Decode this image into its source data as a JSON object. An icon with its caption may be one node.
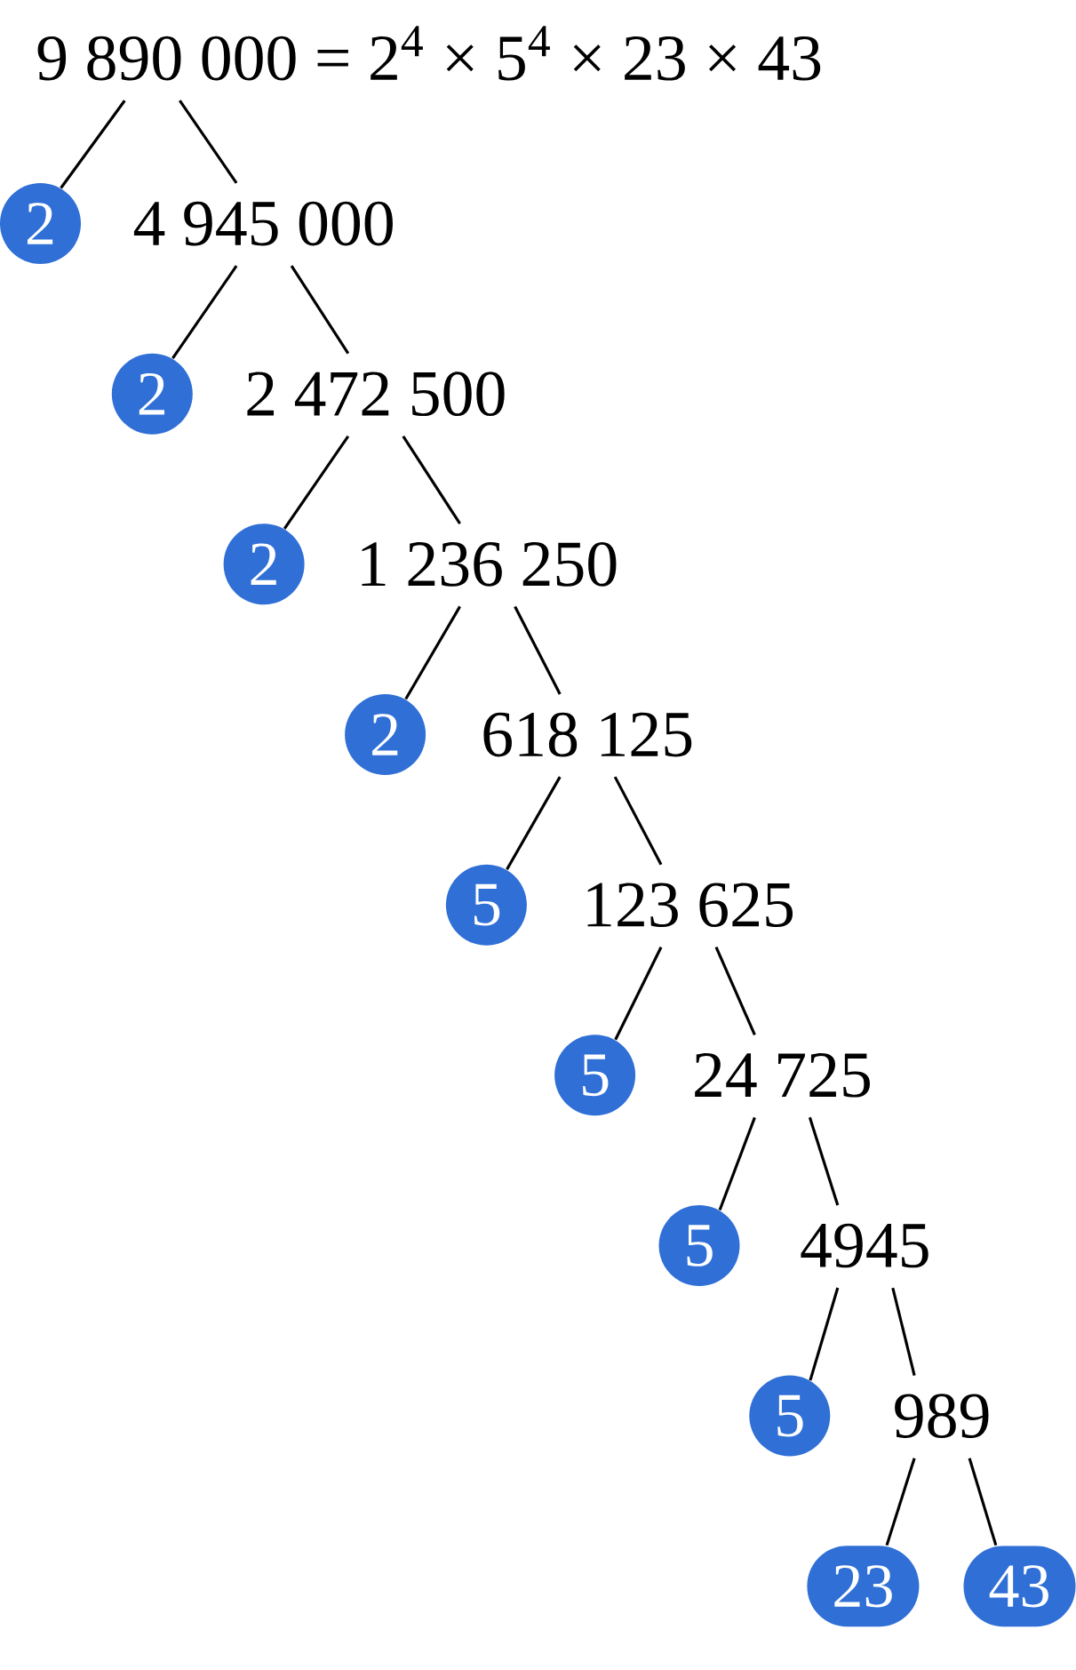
{
  "diagram": {
    "nodes": [
      {
        "text": [
          "9 890 000 = 2$^{4}$ × 5$^{4}$ × 23 × 43"
        ]
      },
      {
        "text": [
          "2"
        ]
      },
      {
        "text": [
          "4 945 000"
        ]
      },
      {
        "text": [
          "2"
        ]
      },
      {
        "text": [
          "2 472 500"
        ]
      },
      {
        "text": [
          "2"
        ]
      },
      {
        "text": [
          "1 236 250"
        ]
      },
      {
        "text": [
          "2"
        ]
      },
      {
        "text": [
          "618 125"
        ]
      },
      {
        "text": [
          "5"
        ]
      },
      {
        "text": [
          "123 625"
        ]
      },
      {
        "text": [
          "5"
        ]
      },
      {
        "text": [
          "24 725"
        ]
      },
      {
        "text": [
          "5"
        ]
      },
      {
        "text": [
          "4945"
        ]
      },
      {
        "text": [
          "5"
        ]
      },
      {
        "text": [
          "989"
        ]
      },
      {
        "text": [
          "23"
        ]
      },
      {
        "text": [
          "43"
        ]
      }
    ],
    "edges": [
      {
        "from": 0,
        "to": 1,
        "arrow": "none"
      },
      {
        "from": 0,
        "to": 2,
        "arrow": "none"
      },
      {
        "from": 2,
        "to": 3,
        "arrow": "none"
      },
      {
        "from": 2,
        "to": 4,
        "arrow": "none"
      },
      {
        "from": 4,
        "to": 5,
        "arrow": "none"
      },
      {
        "from": 4,
        "to": 6,
        "arrow": "none"
      },
      {
        "from": 6,
        "to": 7,
        "arrow": "none"
      },
      {
        "from": 6,
        "to": 8,
        "arrow": "none"
      },
      {
        "from": 8,
        "to": 9,
        "arrow": "none"
      },
      {
        "from": 8,
        "to": 10,
        "arrow": "none"
      },
      {
        "from": 10,
        "to": 11,
        "arrow": "none"
      },
      {
        "from": 10,
        "to": 12,
        "arrow": "none"
      },
      {
        "from": 12,
        "to": 13,
        "arrow": "none"
      },
      {
        "from": 12,
        "to": 14,
        "arrow": "none"
      },
      {
        "from": 14,
        "to": 15,
        "arrow": "none"
      },
      {
        "from": 14,
        "to": 16,
        "arrow": "none"
      },
      {
        "from": 16,
        "to": 17,
        "arrow": "none"
      },
      {
        "from": 16,
        "to": 18,
        "arrow": "none"
      }
    ]
  }
}
